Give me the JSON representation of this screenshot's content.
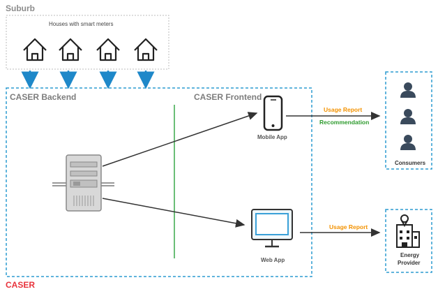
{
  "suburb": {
    "title": "Suburb",
    "houses_label": "Houses with smart meters",
    "house_count": 4
  },
  "caser": {
    "title": "CASER",
    "backend_label": "CASER Backend",
    "frontend_label": "CASER Frontend"
  },
  "mobile_app": {
    "label": "Mobile App"
  },
  "web_app": {
    "label": "Web App"
  },
  "flows": {
    "usage_report_mobile": "Usage Report",
    "recommendation": "Recommendation",
    "usage_report_web": "Usage Report"
  },
  "consumers": {
    "label": "Consumers"
  },
  "energy_provider": {
    "label_line1": "Energy",
    "label_line2": "Provider"
  },
  "colors": {
    "suburb_border": "#bbbbbb",
    "caser_border": "#2b9bd1",
    "arrow_blue": "#1e88c9",
    "divider_green": "#3aa84a",
    "usage_orange": "#f39200",
    "recommendation_green": "#2e9b2e",
    "caser_red": "#e8333c",
    "gray_text": "#8c8c8c",
    "person_dark": "#3a4a5c"
  },
  "icons": [
    "house-icon",
    "server-icon",
    "smartphone-icon",
    "monitor-icon",
    "person-icon",
    "building-icon"
  ]
}
